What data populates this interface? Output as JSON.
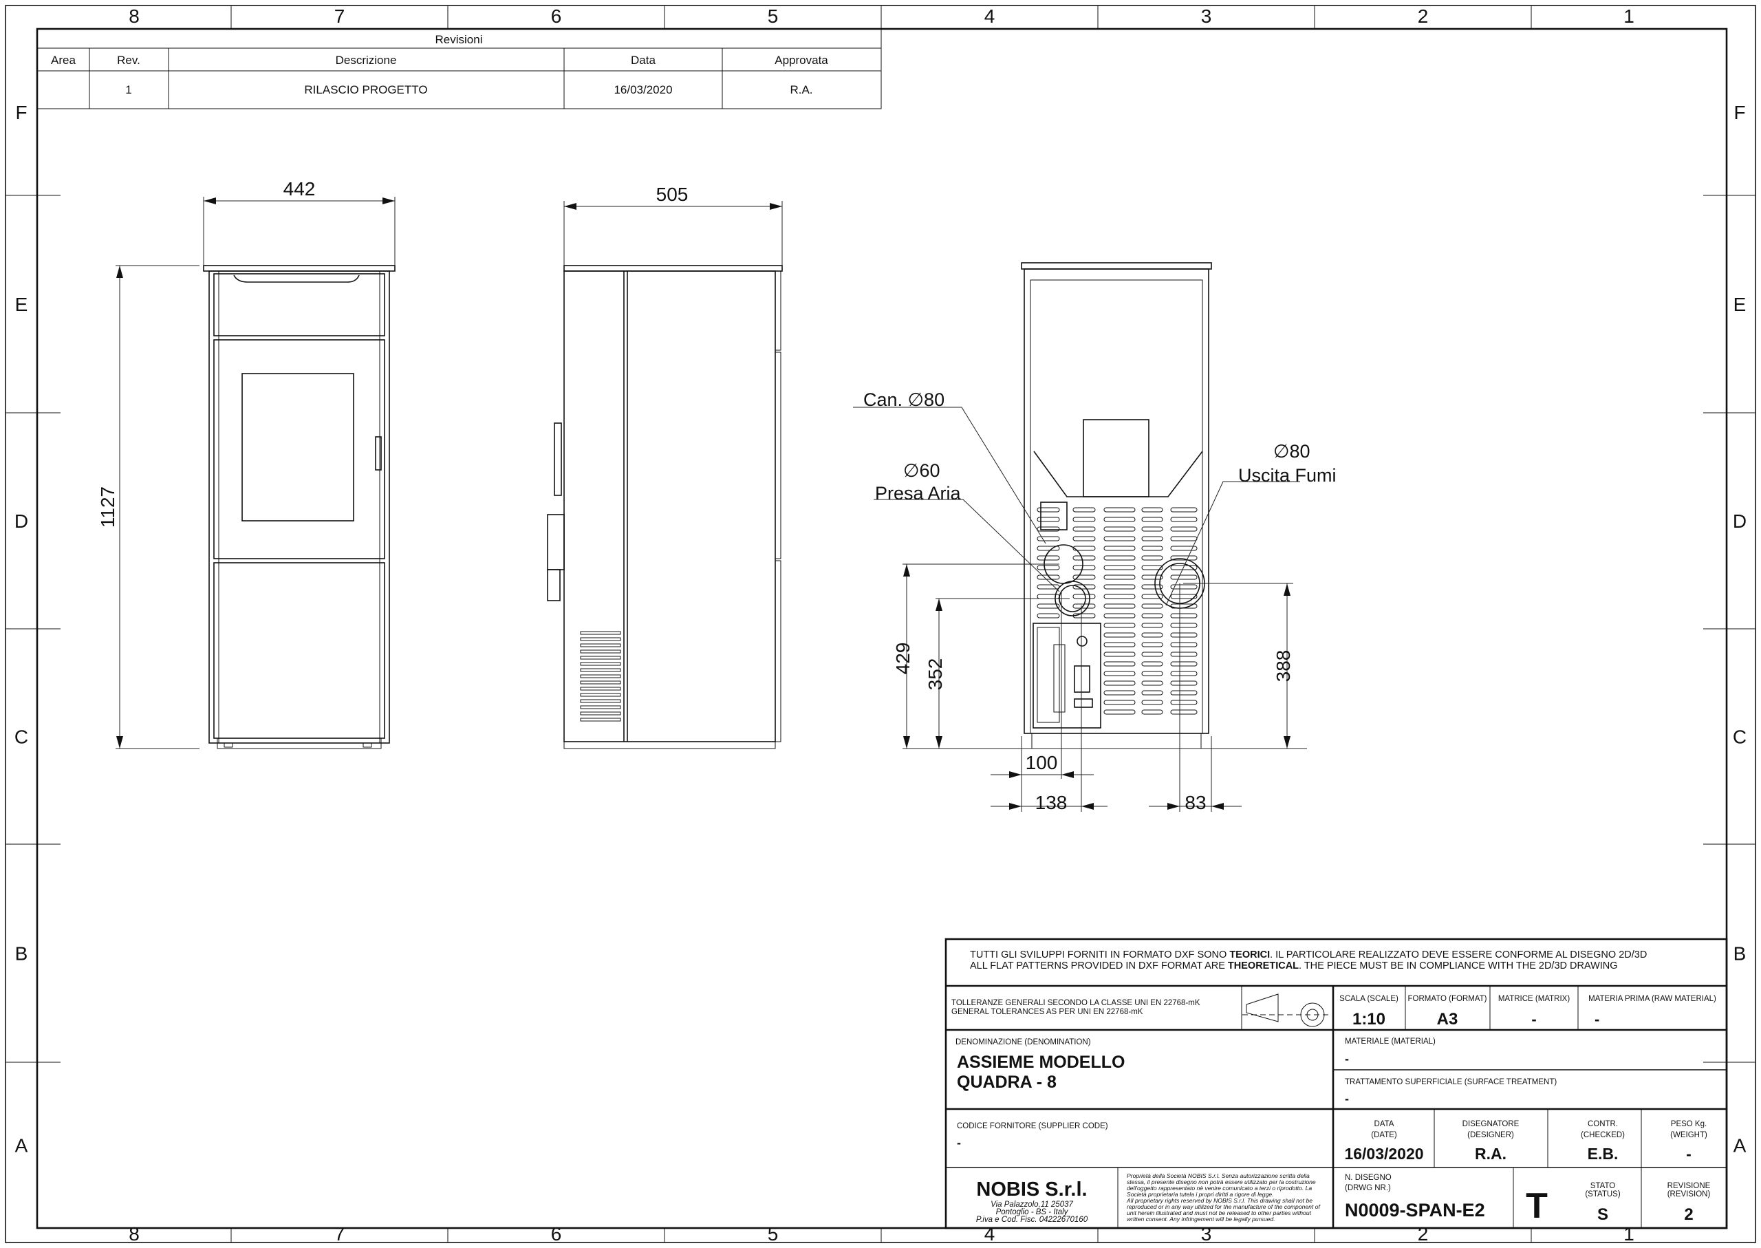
{
  "frame": {
    "columns": [
      "8",
      "7",
      "6",
      "5",
      "4",
      "3",
      "2",
      "1"
    ],
    "rows": [
      "F",
      "E",
      "D",
      "C",
      "B",
      "A"
    ]
  },
  "revisions": {
    "title": "Revisioni",
    "headers": [
      "Area",
      "Rev.",
      "Descrizione",
      "Data",
      "Approvata"
    ],
    "rows": [
      {
        "area": "",
        "rev": "1",
        "description": "RILASCIO PROGETTO",
        "date": "16/03/2020",
        "approved": "R.A."
      }
    ]
  },
  "views": {
    "front": {
      "width_dim": "442",
      "height_dim": "1127"
    },
    "side": {
      "depth_dim": "505"
    },
    "back": {
      "label_can": "Can. ∅80",
      "label_presa_dia": "∅60",
      "label_presa": "Presa Aria",
      "label_fumi_dia": "∅80",
      "label_fumi": "Uscita Fumi",
      "dim_429": "429",
      "dim_352": "352",
      "dim_388": "388",
      "dim_100": "100",
      "dim_138": "138",
      "dim_83": "83"
    }
  },
  "title_block": {
    "note_it_pre": "TUTTI GLI SVILUPPI FORNITI IN FORMATO DXF SONO ",
    "note_it_bold": "TEORICI",
    "note_it_post": ". IL PARTICOLARE REALIZZATO DEVE ESSERE CONFORME AL DISEGNO 2D/3D",
    "note_en_pre": "ALL FLAT PATTERNS PROVIDED IN DXF FORMAT ARE ",
    "note_en_bold": "THEORETICAL",
    "note_en_post": ". THE PIECE MUST BE IN COMPLIANCE WITH THE 2D/3D DRAWING",
    "tolerance_it": "TOLLERANZE GENERALI SECONDO LA CLASSE UNI EN 22768-mK",
    "tolerance_en": "GENERAL TOLERANCES AS PER UNI EN 22768-mK",
    "scale_label": "SCALA (SCALE)",
    "scale": "1:10",
    "format_label": "FORMATO (FORMAT)",
    "format": "A3",
    "matrix_label": "MATRICE (MATRIX)",
    "matrix": "-",
    "raw_label": "MATERIA PRIMA (RAW MATERIAL)",
    "raw": "-",
    "denomination_label": "DENOMINAZIONE  (DENOMINATION)",
    "denomination_1": "ASSIEME MODELLO",
    "denomination_2": "QUADRA - 8",
    "material_label": "MATERIALE  (MATERIAL)",
    "material": "-",
    "treatment_label": "TRATTAMENTO SUPERFICIALE (SURFACE TREATMENT)",
    "treatment": "-",
    "supplier_label": "CODICE FORNITORE    (SUPPLIER CODE)",
    "supplier": "-",
    "date_label_1": "DATA",
    "date_label_2": "(DATE)",
    "date": "16/03/2020",
    "designer_label_1": "DISEGNATORE",
    "designer_label_2": "(DESIGNER)",
    "designer": "R.A.",
    "checked_label_1": "CONTR.",
    "checked_label_2": "(CHECKED)",
    "checked": "E.B.",
    "weight_label_1": "PESO Kg.",
    "weight_label_2": "(WEIGHT)",
    "weight": "-",
    "company": "NOBIS S.r.l.",
    "address_1": "Via Palazzolo,11 25037",
    "address_2": "Pontoglio - BS - Italy",
    "address_3": "P.iva e Cod. Fisc. 04222670160",
    "legal": [
      "Proprietà della Società NOBIS S.r.l. Senza autorizzazione scritta della",
      "stessa, il presente disegno non potrà essere utilizzato per la costruzione",
      "dell'oggetto rappresentato nè venire comunicato a terzi o riprodotto. La",
      "Società proprietaria tutela i propri diritti a rigore di legge.",
      "All proprietary rights reserved by NOBIS S.r.l. This drawing shall not be",
      "reproduced or in any way utilized for the manufacture of the component of",
      "unit herein illustrated and must not be released to other parties without",
      "written consent. Any infringement will be legally pursued."
    ],
    "drawing_label_1": "N. DISEGNO",
    "drawing_label_2": "(DRWG NR.)",
    "drawing_number": "N0009-SPAN-E2",
    "type_letter": "T",
    "status_label_1": "STATO",
    "status_label_2": "(STATUS)",
    "status": "S",
    "revision_label_1": "REVISIONE",
    "revision_label_2": "(REVISION)",
    "revision": "2"
  }
}
